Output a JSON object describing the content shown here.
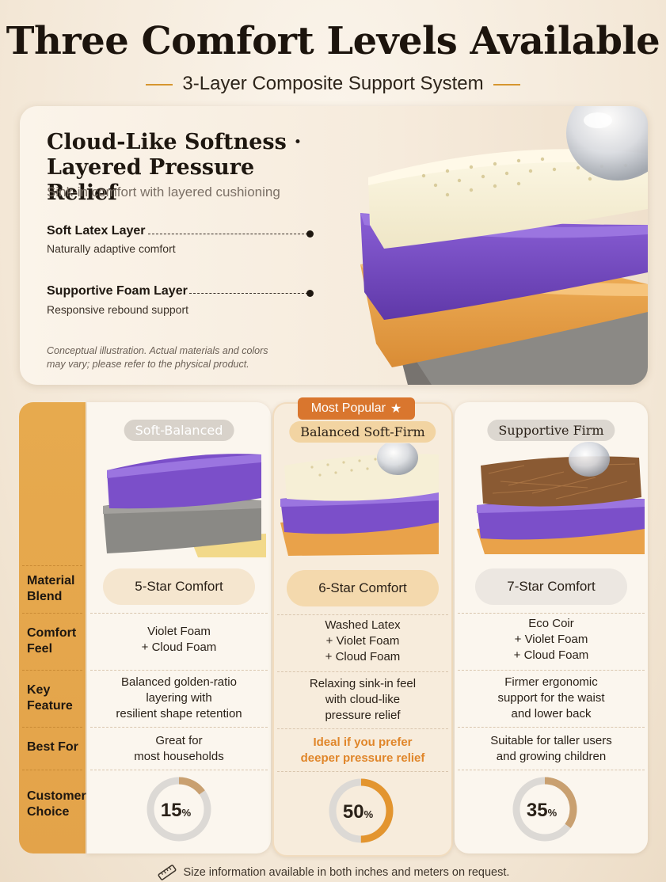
{
  "header": {
    "title": "Three Comfort Levels Available",
    "subtitle": "3-Layer Composite Support System"
  },
  "hero": {
    "heading_line1": "Cloud-Like Softness ·",
    "heading_line2": "Layered Pressure Relief",
    "tagline": "Sink-in comfort with layered cushioning",
    "layers": [
      {
        "name": "Soft Latex Layer",
        "desc": "Naturally adaptive comfort"
      },
      {
        "name": "Supportive Foam Layer",
        "desc": "Responsive rebound support"
      }
    ],
    "disclaimer_line1": "Conceptual illustration. Actual materials and colors",
    "disclaimer_line2": "may vary; please refer to the physical product."
  },
  "table": {
    "row_headers": [
      {
        "line1": "Material",
        "line2": "Blend"
      },
      {
        "line1": "Comfort",
        "line2": "Feel"
      },
      {
        "line1": "Key",
        "line2": "Feature"
      },
      {
        "line1": "Best For",
        "line2": ""
      },
      {
        "line1": "Customer",
        "line2": "Choice"
      }
    ],
    "badge": "Most Popular",
    "columns": [
      {
        "label": "Soft-Balanced",
        "rating": "5-Star Comfort",
        "feel": [
          "Violet Foam",
          "+ Cloud Foam"
        ],
        "feature": [
          "Balanced golden-ratio",
          "layering with",
          "resilient shape retention"
        ],
        "best_for": [
          "Great for",
          "most households"
        ],
        "choice": "15",
        "percent_sign": "%"
      },
      {
        "label": "Balanced Soft-Firm",
        "rating": "6-Star Comfort",
        "feel": [
          "Washed Latex",
          "+ Violet Foam",
          "+ Cloud Foam"
        ],
        "feature": [
          "Relaxing sink-in feel",
          "with cloud-like",
          "pressure relief"
        ],
        "best_for": [
          "Ideal if you prefer",
          "deeper pressure relief"
        ],
        "choice": "50",
        "percent_sign": "%"
      },
      {
        "label": "Supportive Firm",
        "rating": "7-Star Comfort",
        "feel": [
          "Eco Coir",
          "+ Violet Foam",
          "+ Cloud Foam"
        ],
        "feature": [
          "Firmer ergonomic",
          "support for the waist",
          "and lower back"
        ],
        "best_for": [
          "Suitable for taller users",
          "and growing children"
        ],
        "choice": "35",
        "percent_sign": "%"
      }
    ]
  },
  "choice_fractions": [
    0.15,
    0.5,
    0.35
  ],
  "colors": {
    "accent": "#e3a34a",
    "popular": "#d9762e",
    "highlight_text": "#e0862a",
    "latex": "#f5efd6",
    "violet": "#7b4fc9",
    "orange": "#e9a24a",
    "grey": "#8a8784",
    "coir": "#8a5a33"
  },
  "icons": {
    "star": "star-icon",
    "ruler": "ruler-icon",
    "droplet": "droplet-icon"
  },
  "footer": "Size information available in both inches and meters on request."
}
